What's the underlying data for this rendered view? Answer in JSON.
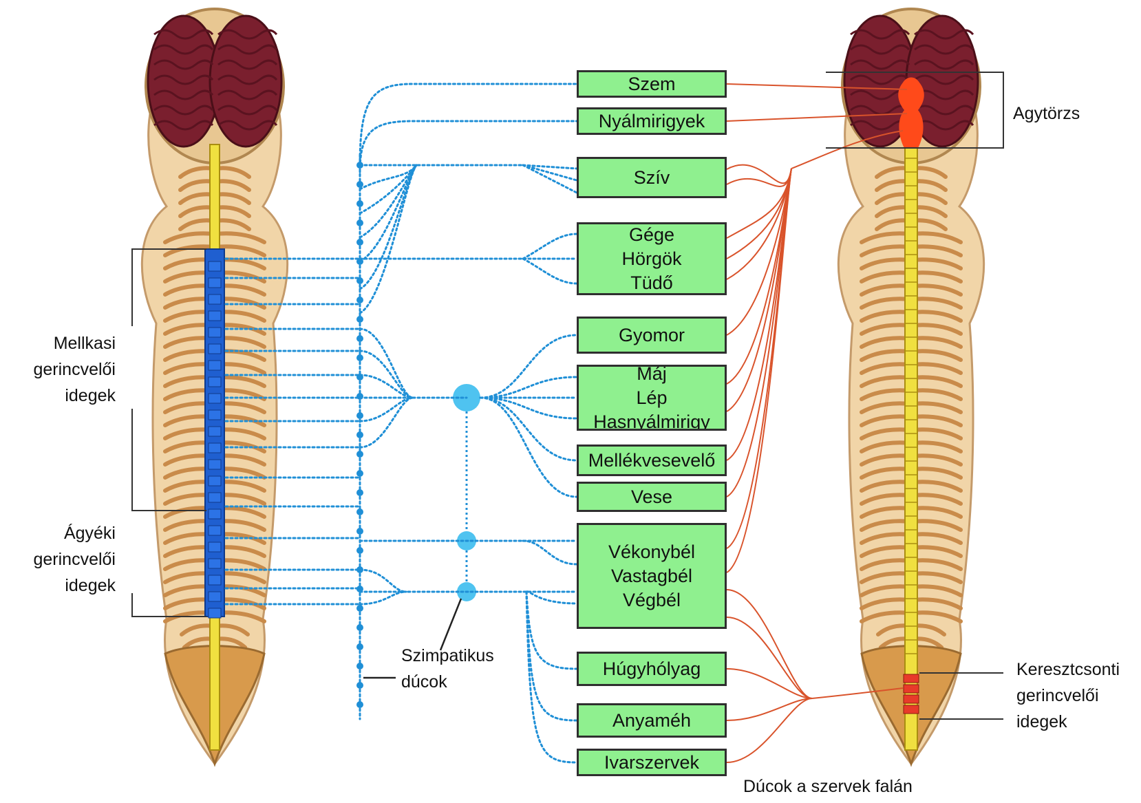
{
  "colors": {
    "sympathetic": "#1f8fd6",
    "parasympathetic": "#d9532b",
    "organ_fill": "#8ff08f",
    "spinal_cord": "#f0e040",
    "thoracolumbar_segments": "#1f5fd0",
    "brainstem": "#ff4a1a",
    "sacral_segments": "#e83a2a",
    "brain": "#7a1f2e",
    "tissue": "#c98b4a"
  },
  "organs": [
    {
      "lines": [
        "Szem"
      ]
    },
    {
      "lines": [
        "Nyálmirigyek"
      ]
    },
    {
      "lines": [
        "Szív"
      ]
    },
    {
      "lines": [
        "Gége",
        "Hörgök",
        "Tüdő"
      ]
    },
    {
      "lines": [
        "Gyomor"
      ]
    },
    {
      "lines": [
        "Máj",
        "Lép",
        "Hasnyálmirigy"
      ]
    },
    {
      "lines": [
        "Mellékvesevelő"
      ]
    },
    {
      "lines": [
        "Vese"
      ]
    },
    {
      "lines": [
        "Vékonybél",
        "Vastagbél",
        "Végbél"
      ]
    },
    {
      "lines": [
        "Húgyhólyag"
      ]
    },
    {
      "lines": [
        "Anyaméh"
      ]
    },
    {
      "lines": [
        "Ivarszervek"
      ]
    }
  ],
  "labels": {
    "thoracic": [
      "Mellkasi",
      "gerincvelői",
      "idegek"
    ],
    "lumbar": [
      "Ágyéki",
      "gerincvelői",
      "idegek"
    ],
    "ganglia": [
      "Szimpatikus",
      "dúcok"
    ],
    "brainstem": "Agytörzs",
    "sacral": [
      "Keresztcsonti",
      "gerincvelői",
      "idegek"
    ],
    "intramural": "Dúcok a szervek falán"
  }
}
